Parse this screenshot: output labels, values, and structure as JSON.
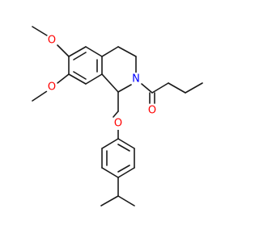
{
  "molecule": {
    "atom_labels": {
      "o_methoxy_top": "O",
      "o_methoxy_bottom": "O",
      "n_ring": "N",
      "o_carbonyl": "O",
      "o_ether": "O"
    },
    "colors": {
      "bond": "#1a1a1a",
      "oxygen": "#ff0000",
      "nitrogen": "#0000ff",
      "background": "#ffffff"
    }
  }
}
